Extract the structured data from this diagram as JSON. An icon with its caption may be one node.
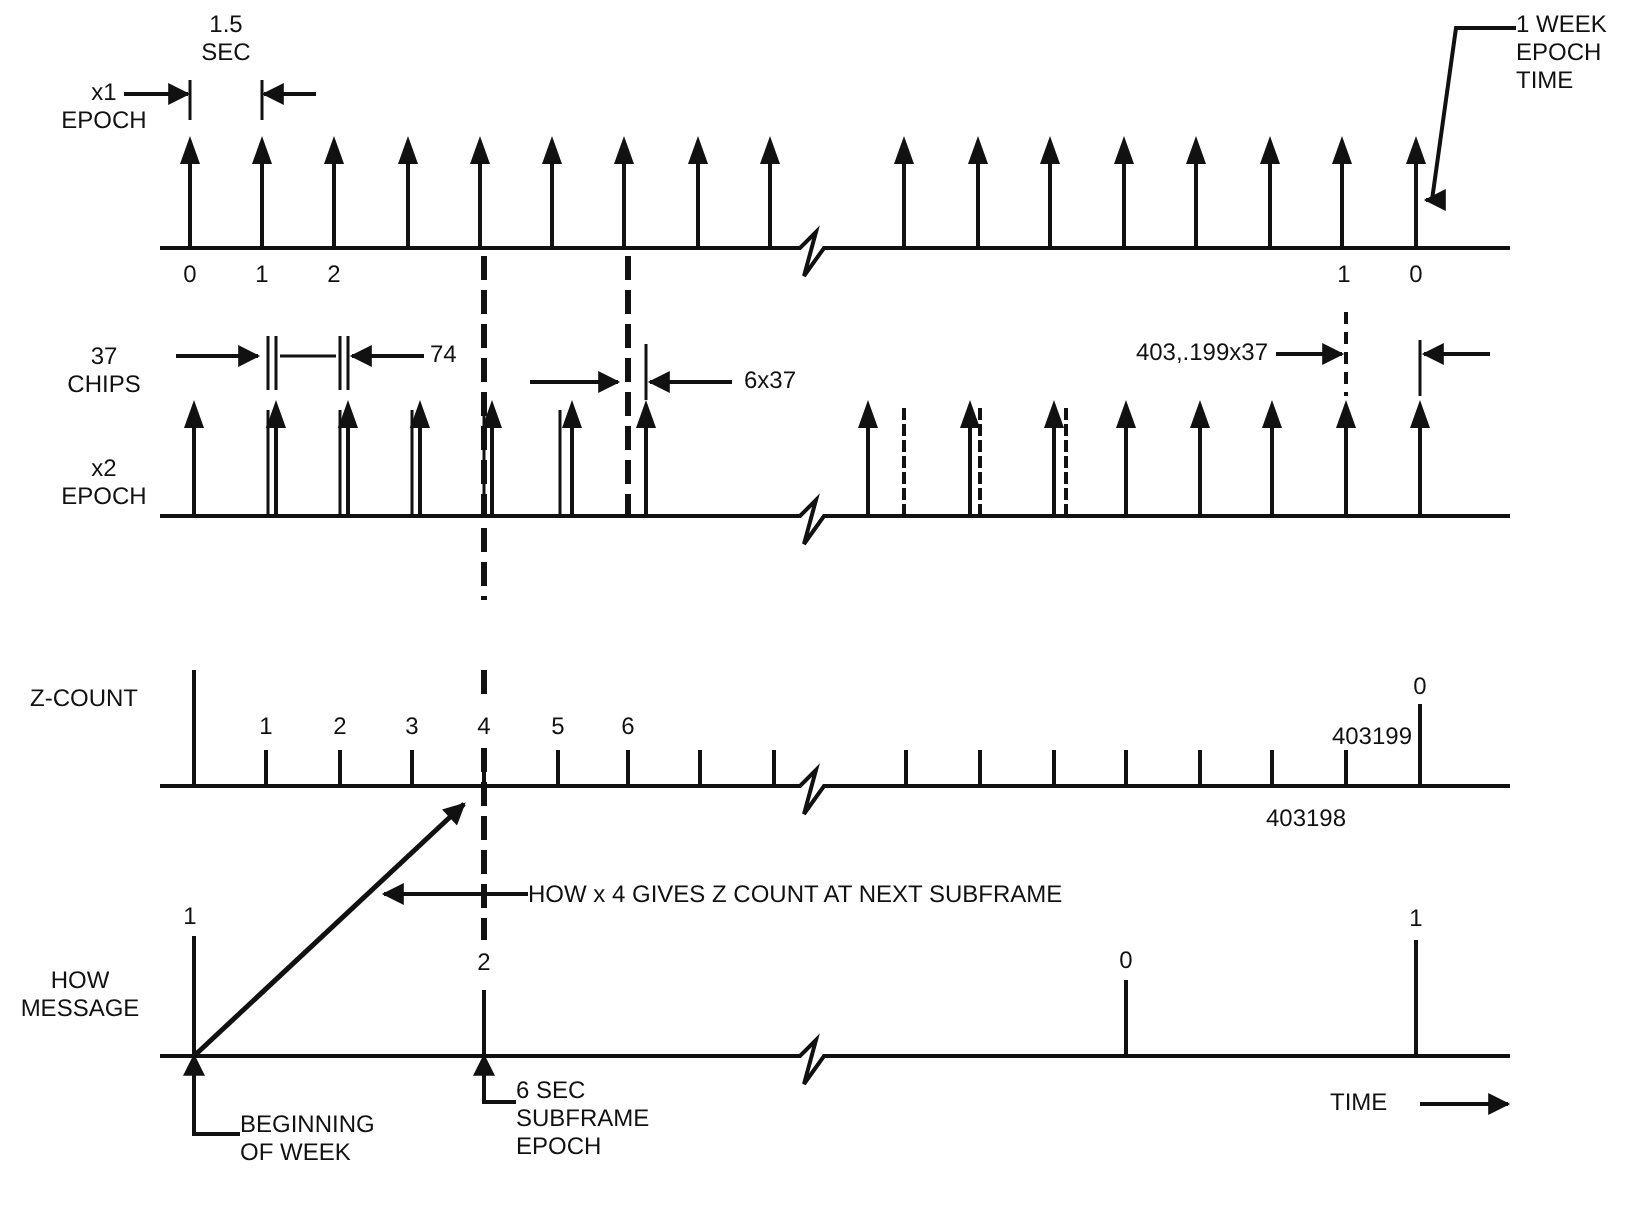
{
  "diagram": {
    "nodes": [
      {
        "text": [
          "1 WEEK EPOCH TIME"
        ]
      },
      {
        "text": [
          "HOW x 4 GIVES Z COUNT AT NEXT SUBFRAME"
        ]
      },
      {
        "text": [
          "BEGINNING OF WEEK"
        ]
      },
      {
        "text": [
          "6 SEC SUBFRAME EPOCH"
        ]
      },
      {
        "text": [],
        "shape": "bar"
      },
      {
        "text": [],
        "shape": "bar"
      },
      {
        "text": [],
        "shape": "arrow"
      }
    ],
    "edges": [
      {
        "from": 0,
        "to": 6,
        "arrow": "to"
      },
      {
        "from": 1,
        "to": null,
        "arrow": "to"
      },
      {
        "from": 2,
        "to": 4,
        "arrow": "to"
      },
      {
        "from": 3,
        "to": 5,
        "arrow": "to"
      }
    ],
    "labels": [
      "1.5 SEC",
      "x1 EPOCH",
      "0",
      "1",
      "2",
      "1",
      "0",
      "37 CHIPS",
      "74",
      "6x37",
      "403,.199x37",
      "x2 EPOCH",
      "0",
      "Z-COUNT",
      "1",
      "2",
      "3",
      "4",
      "5",
      "6",
      "403199",
      "403198",
      "1",
      "HOW MESSAGE",
      "2",
      "0",
      "1",
      "TIME"
    ]
  }
}
